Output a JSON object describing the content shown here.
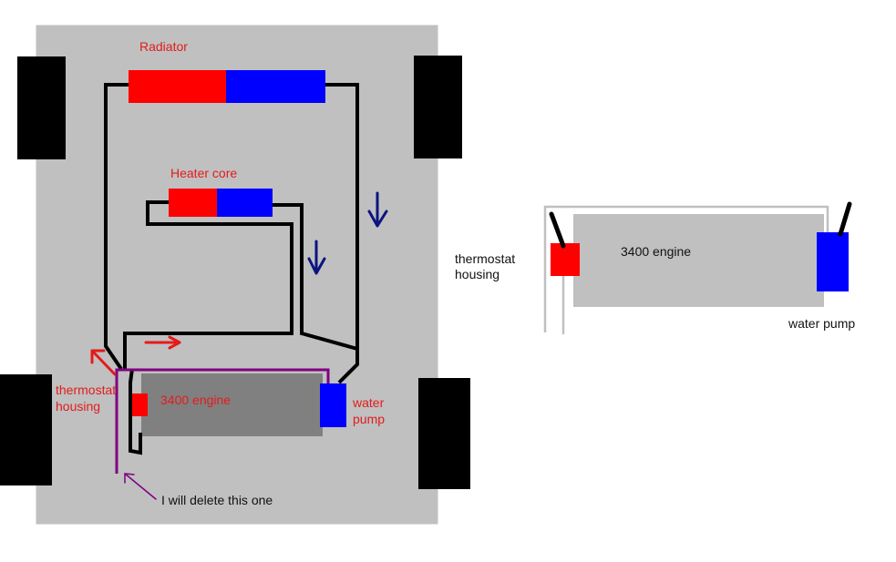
{
  "colors": {
    "hot": "#ff0000",
    "cold": "#0000ff",
    "hose": "#000000",
    "engine_left": "#808080",
    "engine_right": "#c0c0c0",
    "frame": "#c0c0c0",
    "tire": "#000000",
    "arrow_hot": "#e41b1b",
    "arrow_cold": "#0b1480",
    "purple": "#800080",
    "label_red": "#e41b1b",
    "label_black": "#111111"
  },
  "left_diagram": {
    "radiator_label": "Radiator",
    "heater_core_label": "Heater core",
    "thermostat_label_line1": "thermostat",
    "thermostat_label_line2": "housing",
    "engine_label": "3400 engine",
    "water_pump_label_line1": "water",
    "water_pump_label_line2": "pump",
    "note": "I will delete this one"
  },
  "right_diagram": {
    "thermostat_label_line1": "thermostat",
    "thermostat_label_line2": "housing",
    "engine_label": "3400 engine",
    "water_pump_label": "water pump"
  }
}
